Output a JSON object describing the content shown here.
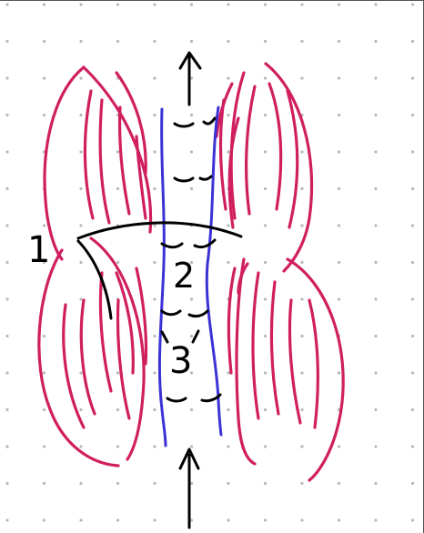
{
  "colors": {
    "background": "#ffffff",
    "dots": "#b8b8b8",
    "ink_black": "#000000",
    "ink_magenta": "#d01f5f",
    "ink_blue": "#3b32d6"
  },
  "labels": {
    "one": "1",
    "two": "2",
    "three": "3"
  },
  "arrows": [
    {
      "name": "arrow-up-top",
      "direction": "up"
    },
    {
      "name": "arrow-up-bottom",
      "direction": "up"
    }
  ]
}
